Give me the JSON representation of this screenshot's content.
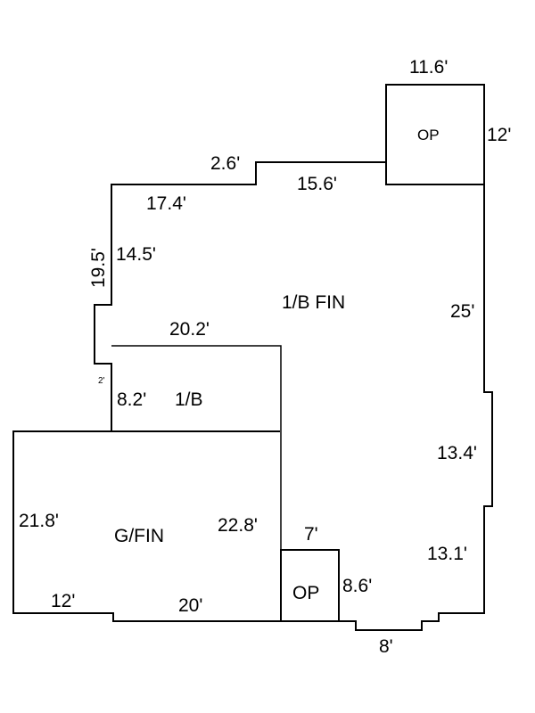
{
  "rooms": {
    "main": "1/B FIN",
    "basement": "1/B",
    "garage": "G/FIN",
    "porch_top": "OP",
    "porch_bottom": "OP"
  },
  "dimensions": {
    "porch_top_width": "11.6'",
    "porch_top_depth": "12'",
    "step_top": "2.6'",
    "top_wall": "15.6'",
    "top_left_wall": "17.4'",
    "left_total": "19.5'",
    "left_upper": "14.5'",
    "interior_wall": "20.2'",
    "notch": "2'",
    "left_lower": "8.2'",
    "right_upper": "25'",
    "right_bump": "13.4'",
    "right_lower": "13.1'",
    "garage_left": "21.8'",
    "garage_right": "22.8'",
    "garage_bottom_left": "12'",
    "garage_bottom": "20'",
    "porch_bottom_width": "7'",
    "porch_bottom_depth": "8.6'",
    "bottom_bay": "8'"
  }
}
